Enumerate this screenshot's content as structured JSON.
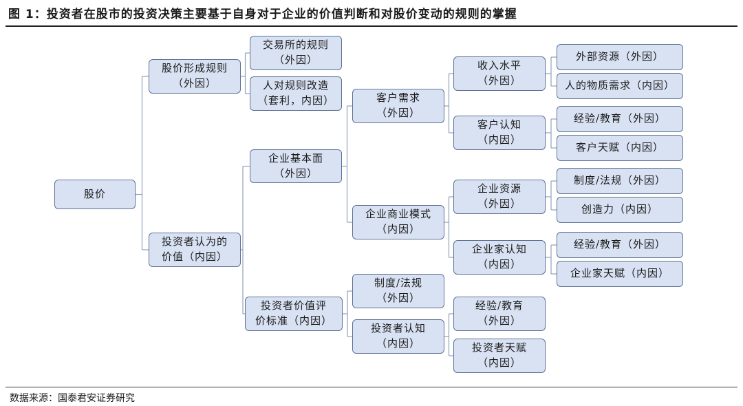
{
  "title": "图 1：投资者在股市的投资决策主要基于自身对于企业的价值判断和对股价变动的规则的掌握",
  "source": "数据来源：国泰君安证券研究",
  "colors": {
    "node_fill": "#d9e2f3",
    "node_border": "#5d7295",
    "connector": "#8fa0bd"
  },
  "nodes": {
    "n_root": "股价",
    "n_form": "股价形成规则\n（外因）",
    "n_exch": "交易所的规则\n（外因）",
    "n_ppl": "人对规则改造\n（套利，内因）",
    "n_inv": "投资者认为的\n价值（内因）",
    "n_fund": "企业基本面\n（外因）",
    "n_eval": "投资者价值评\n价标准（内因）",
    "n_cust": "客户需求\n（外因）",
    "n_bm": "企业商业模式\n（内因）",
    "n_inc": "收入水平\n（外因）",
    "n_ccog": "客户认知\n（内因）",
    "n_ext": "外部资源（外因）",
    "n_mat": "人的物质需求（内因）",
    "n_exp1": "经验/教育（外因）",
    "n_ctal": "客户天赋（内因）",
    "n_ent": "企业资源\n（外因）",
    "n_ecog": "企业家认知\n（内因）",
    "n_sys1": "制度/法规（外因）",
    "n_crea": "创造力（内因）",
    "n_exp2": "经验/教育（外因）",
    "n_etal": "企业家天赋（内因）",
    "n_sys2": "制度/法规\n（外因）",
    "n_icog": "投资者认知\n（内因）",
    "n_exp3": "经验/教育\n（外因）",
    "n_itál": "投资者天赋\n（内因）"
  }
}
